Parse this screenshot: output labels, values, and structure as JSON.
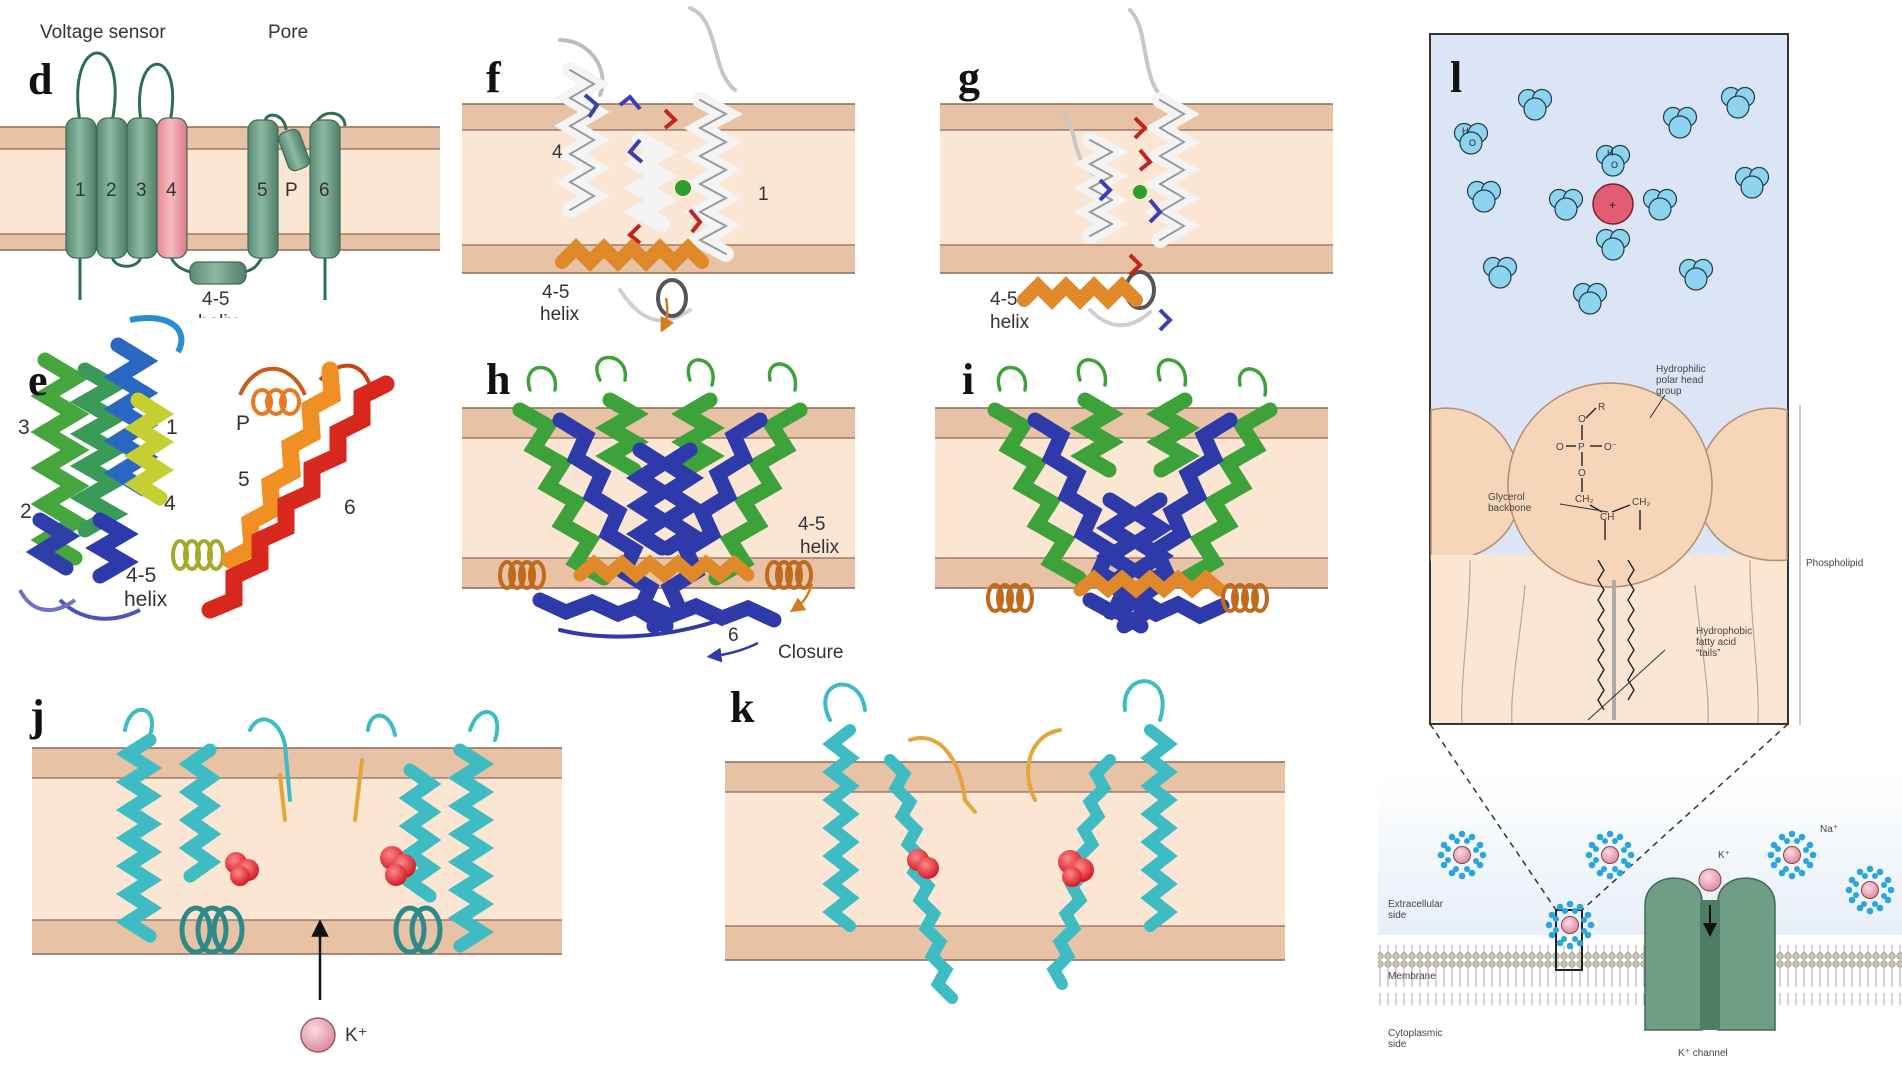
{
  "colors": {
    "membrane_band": "#e8c2a4",
    "membrane_core": "#fbe6d4",
    "membrane_line": "#8e6a57",
    "vsd_helix": "#6f9d85",
    "s4_helix": "#f0a0a6",
    "cyan_ribbon": "#3fbcc3",
    "blue_ribbon": "#2e3aa9",
    "green_ribbon": "#3ea23a",
    "orange_helix": "#e0892a",
    "water_blue": "#8fd4ee",
    "ion_red": "#e35c72",
    "panel_l_bg": "#dce5f5"
  },
  "icons": [
    "membrane-bilayer",
    "helix-cylinder",
    "ribbon-helix",
    "water-molecule",
    "cation",
    "potassium-ion",
    "arrow",
    "k-channel"
  ],
  "panel_d": {
    "letter": "d",
    "voltage_sensor": "Voltage sensor",
    "pore": "Pore",
    "helices": [
      "1",
      "2",
      "3",
      "4",
      "5",
      "P",
      "6"
    ],
    "linker_line1": "4-5",
    "linker_line2": "helix"
  },
  "panel_e": {
    "letter": "e",
    "labels": [
      "3",
      "1",
      "2",
      "4",
      "P",
      "5",
      "6"
    ],
    "linker_line1": "4-5",
    "linker_line2": "helix"
  },
  "panel_f": {
    "letter": "f",
    "label_4": "4",
    "label_1": "1",
    "linker_line1": "4-5",
    "linker_line2": "helix"
  },
  "panel_g": {
    "letter": "g",
    "linker_line1": "4-5",
    "linker_line2": "helix"
  },
  "panel_h": {
    "letter": "h",
    "linker_line1": "4-5",
    "linker_line2": "helix",
    "label_6": "6",
    "closure": "Closure"
  },
  "panel_i": {
    "letter": "i"
  },
  "panel_j": {
    "letter": "j",
    "ion_label": "K⁺"
  },
  "panel_k": {
    "letter": "k"
  },
  "panel_l": {
    "letter": "l",
    "cation": "+",
    "hydrophilic_line1": "Hydrophilic",
    "hydrophilic_line2": "polar head",
    "hydrophilic_line3": "group",
    "glycerol_line1": "Glycerol",
    "glycerol_line2": "backbone",
    "phospholipid": "Phospholipid",
    "hydrophobic_line1": "Hydrophobic",
    "hydrophobic_line2": "fatty acid",
    "hydrophobic_line3": "“tails”",
    "chem_R": "R",
    "chem_O": "O",
    "chem_P": "P",
    "chem_Ominus": "O⁻",
    "chem_CH2": "CH₂",
    "chem_CH": "CH",
    "water_H": "H",
    "water_O": "O"
  },
  "panel_l_bottom": {
    "k_ion": "K⁺",
    "na_ion": "Na⁺",
    "extracellular_line1": "Extracellular",
    "extracellular_line2": "side",
    "membrane": "Membrane",
    "cytoplasmic_line1": "Cytoplasmic",
    "cytoplasmic_line2": "side",
    "k_channel": "K⁺ channel"
  }
}
